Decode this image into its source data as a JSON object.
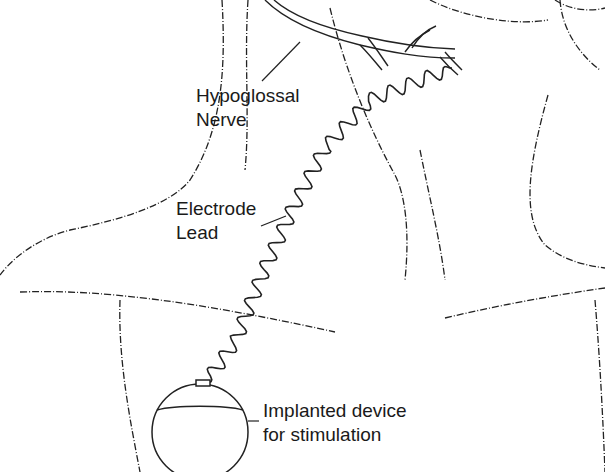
{
  "diagram": {
    "labels": [
      "Hypoglossal Nerve",
      "Electrode Lead",
      "Implanted device for stimulation"
    ]
  }
}
